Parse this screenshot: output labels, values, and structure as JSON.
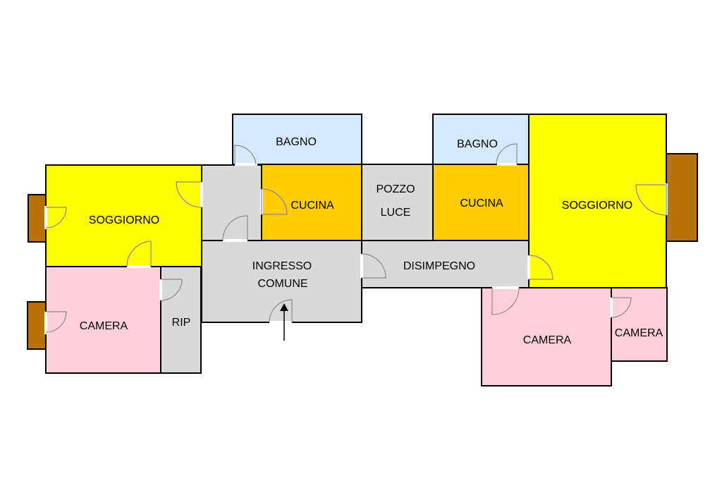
{
  "colors": {
    "living": "#ffff00",
    "bedroom": "#ffd0da",
    "kitchen": "#ffcc00",
    "bathroom": "#d4eafc",
    "common": "#d9d9d9",
    "balcony": "#b87208",
    "walls": "#000000"
  },
  "labels": {
    "bagno_left": "BAGNO",
    "bagno_right": "BAGNO",
    "soggiorno_left": "SOGGIORNO",
    "soggiorno_right": "SOGGIORNO",
    "cucina_left": "CUCINA",
    "cucina_right": "CUCINA",
    "pozzo_luce_line1": "POZZO",
    "pozzo_luce_line2": "LUCE",
    "ingresso_line1": "INGRESSO",
    "ingresso_line2": "COMUNE",
    "disimpegno": "DISIMPEGNO",
    "camera_left": "CAMERA",
    "rip": "RIP",
    "camera_right_large": "CAMERA",
    "camera_right_small": "CAMERA"
  },
  "icons": {
    "entrance": "entrance-arrow-icon",
    "door": "door-swing-icon"
  }
}
